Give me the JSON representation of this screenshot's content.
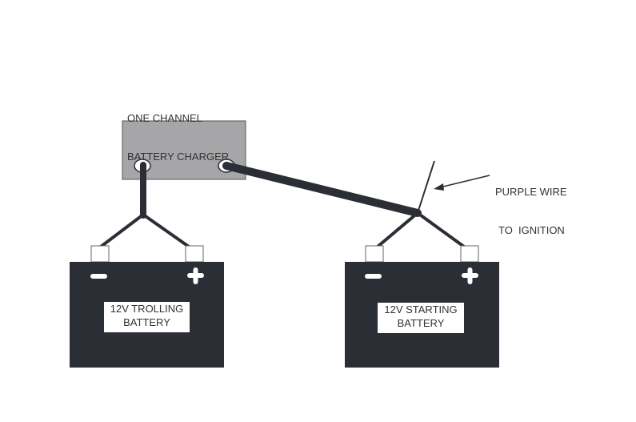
{
  "diagram": {
    "charger": {
      "title_line1": "ONE CHANNEL",
      "title_line2": "BATTERY CHARGER",
      "color": "#a6a6a8"
    },
    "ignition_note": {
      "line1": "PURPLE WIRE",
      "line2": "TO  IGNITION"
    },
    "batteries": [
      {
        "line1": "12V TROLLING",
        "line2": "BATTERY",
        "neg": "−",
        "pos": "+"
      },
      {
        "line1": "12V STARTING",
        "line2": "BATTERY",
        "neg": "−",
        "pos": "+"
      }
    ],
    "colors": {
      "battery": "#2b2e35",
      "wire": "#2b2e35"
    }
  }
}
